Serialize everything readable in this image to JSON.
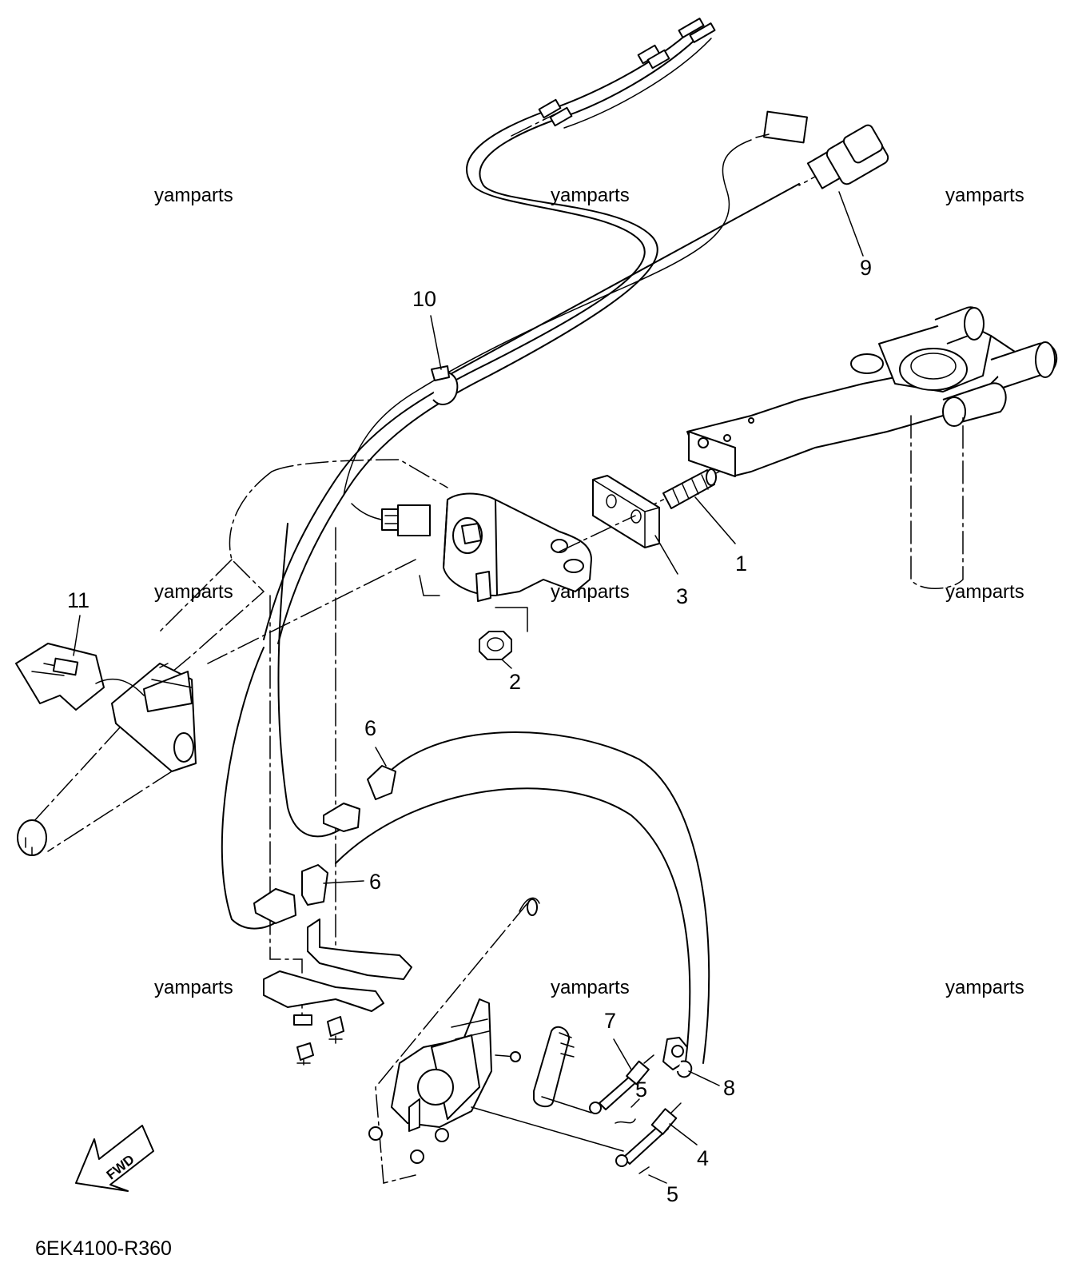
{
  "watermark": "yamparts",
  "diagram_code": "6EK4100-R360",
  "fwd_label": "FWD",
  "callouts": {
    "c1": "1",
    "c2": "2",
    "c3": "3",
    "c4": "4",
    "c5": "5",
    "c6": "6",
    "c7": "7",
    "c8": "8",
    "c9": "9",
    "c10": "10",
    "c11": "11"
  }
}
